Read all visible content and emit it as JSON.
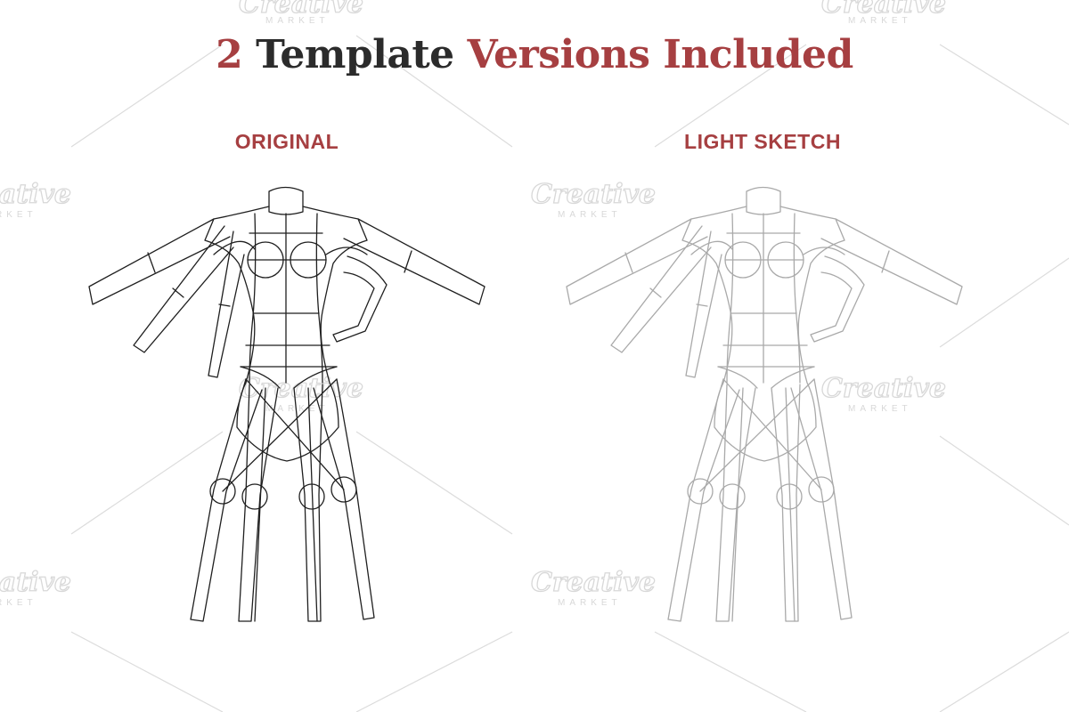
{
  "heading": {
    "number": "2",
    "word_template": "Template",
    "word_versions": "Versions Included"
  },
  "versions": [
    {
      "label": "ORIGINAL",
      "line_color": "#1f1f1f"
    },
    {
      "label": "LIGHT SKETCH",
      "line_color": "#a9a9a9"
    }
  ],
  "colors": {
    "accent": "#a63f41",
    "heading_dark": "#2b2b2b",
    "watermark": "#d8d8d8"
  },
  "watermark": {
    "brand": "Creative",
    "sub": "MARKET"
  }
}
